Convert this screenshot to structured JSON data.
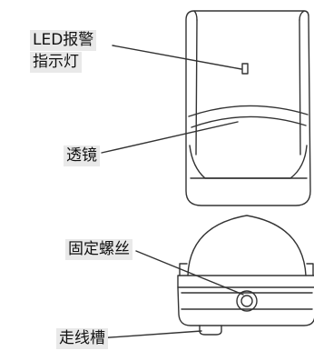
{
  "labels": {
    "led_line1": "LED报警",
    "led_line2": "指示灯",
    "lens": "透镜",
    "fixing_screw": "固定螺丝",
    "wire_slot": "走线槽"
  }
}
